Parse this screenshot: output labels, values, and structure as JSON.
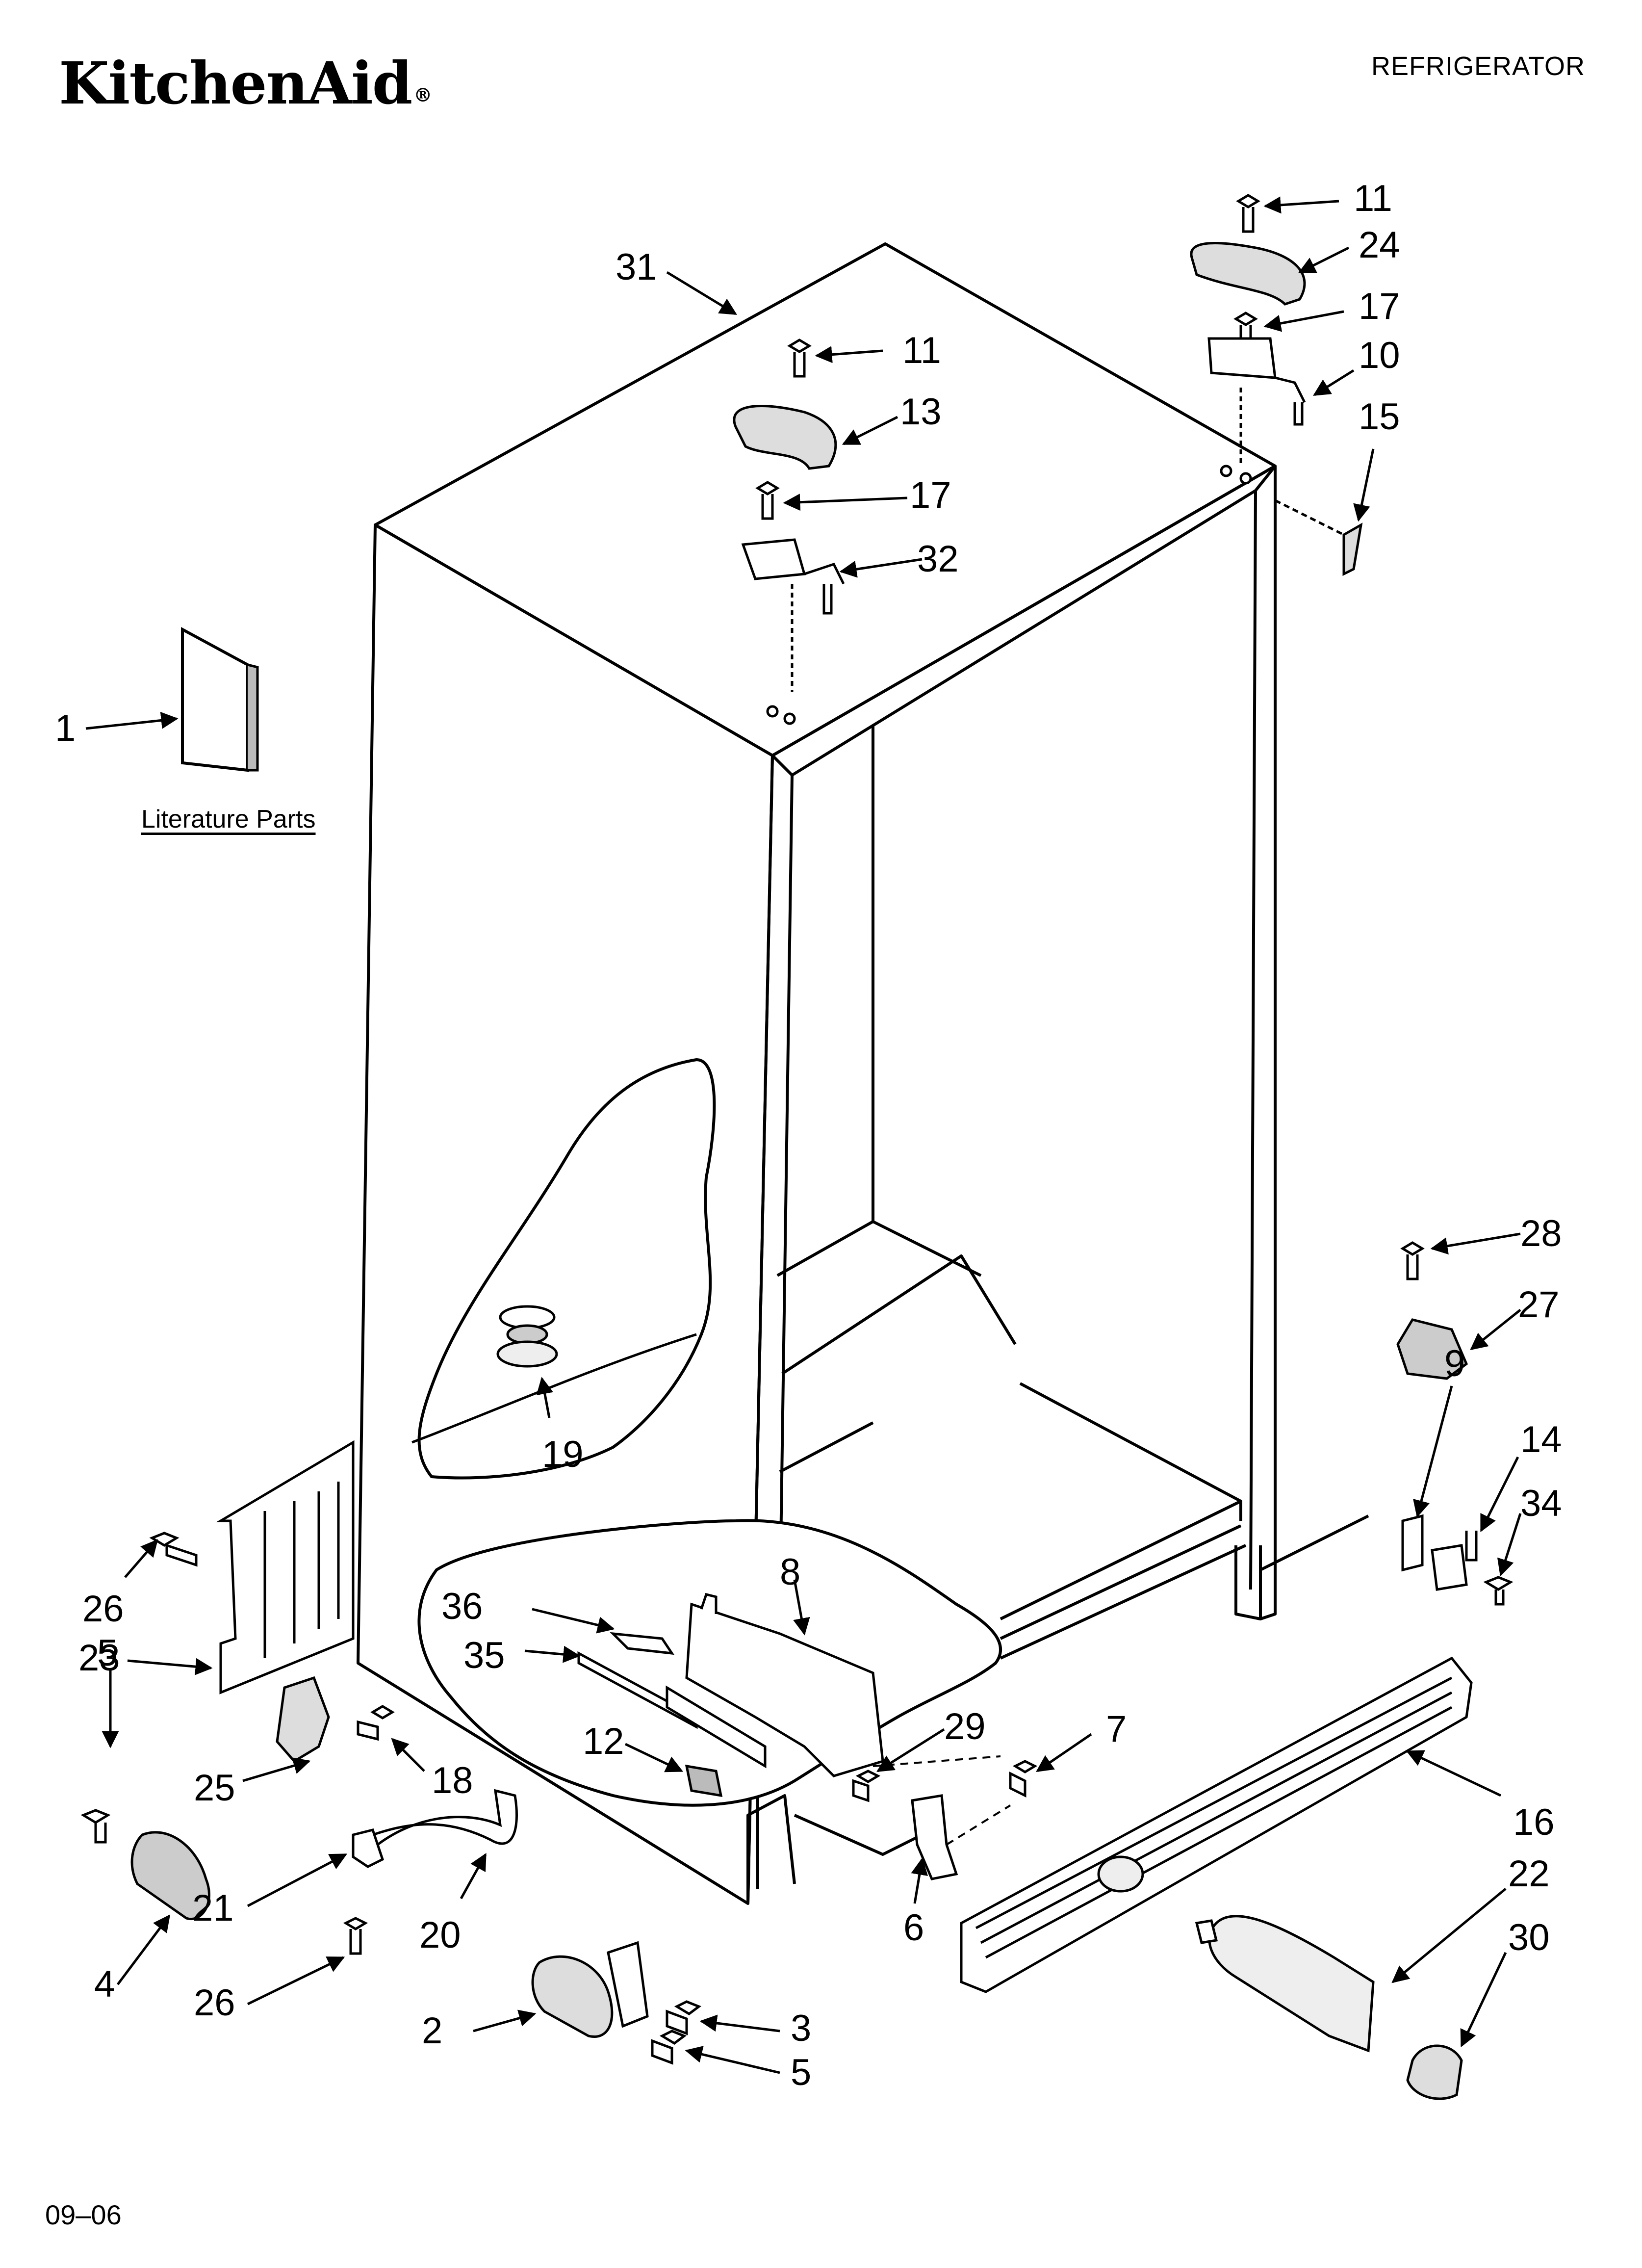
{
  "header": {
    "brand": "KitchenAid",
    "brand_mark": "®",
    "category": "REFRIGERATOR"
  },
  "literature_label": "Literature Parts",
  "footer": {
    "date_code": "09–06"
  },
  "callouts": [
    "1",
    "2",
    "3",
    "4",
    "5",
    "5",
    "6",
    "7",
    "8",
    "9",
    "10",
    "11",
    "11",
    "12",
    "13",
    "14",
    "15",
    "16",
    "17",
    "17",
    "18",
    "19",
    "20",
    "21",
    "22",
    "23",
    "24",
    "25",
    "26",
    "26",
    "27",
    "28",
    "29",
    "30",
    "31",
    "32",
    "34",
    "35",
    "36"
  ]
}
